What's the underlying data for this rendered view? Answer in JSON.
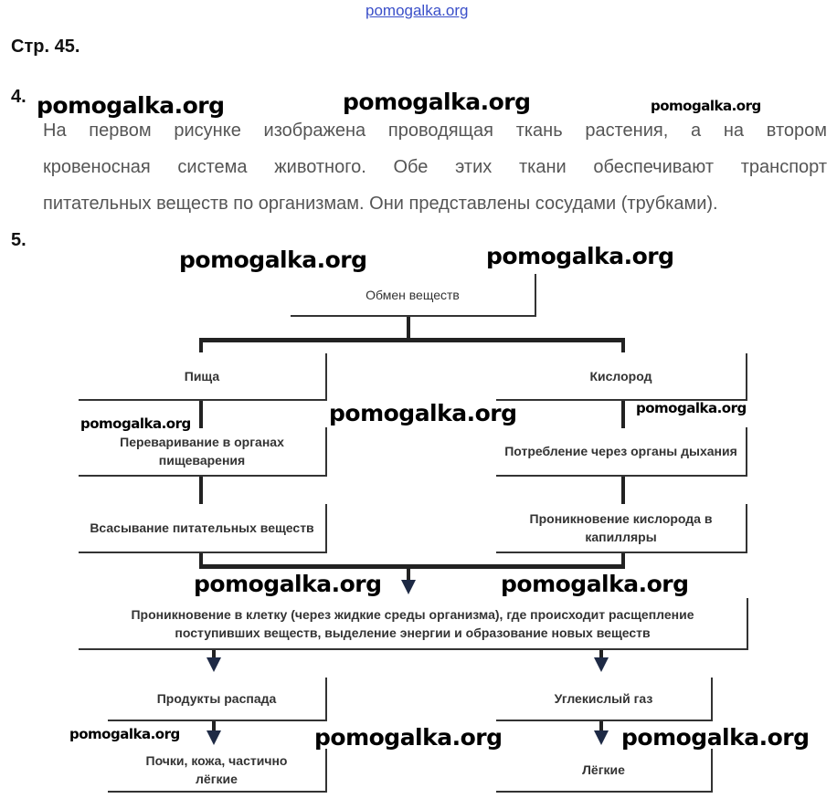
{
  "header": {
    "site_link": "pomogalka.org",
    "page_label": "Стр. 45."
  },
  "task4": {
    "number": "4.",
    "lines": [
      "На первом рисунке изображена проводящая ткань растения, а на втором",
      "кровеносная система животного. Обе этих ткани обеспечивают транспорт",
      "питательных веществ по организмам. Они представлены сосудами (трубками)."
    ]
  },
  "task5": {
    "number": "5.",
    "diagram": {
      "root": "Обмен веществ",
      "left": [
        "Пища",
        "Переваривание в органах пищеварения",
        "Всасывание питательных веществ"
      ],
      "right": [
        "Кислород",
        "Потребление через органы дыхания",
        "Проникновение кислорода в капилляры"
      ],
      "center_line1": "Проникновение в клетку (через жидкие среды организма), где происходит расщепление",
      "center_line2": "поступивших веществ, выделение энергии и образование новых веществ",
      "left_out": [
        "Продукты распада",
        "Почки, кожа, частично лёгкие"
      ],
      "right_out": [
        "Углекислый газ",
        "Лёгкие"
      ]
    }
  },
  "watermark": "pomogalka.org"
}
